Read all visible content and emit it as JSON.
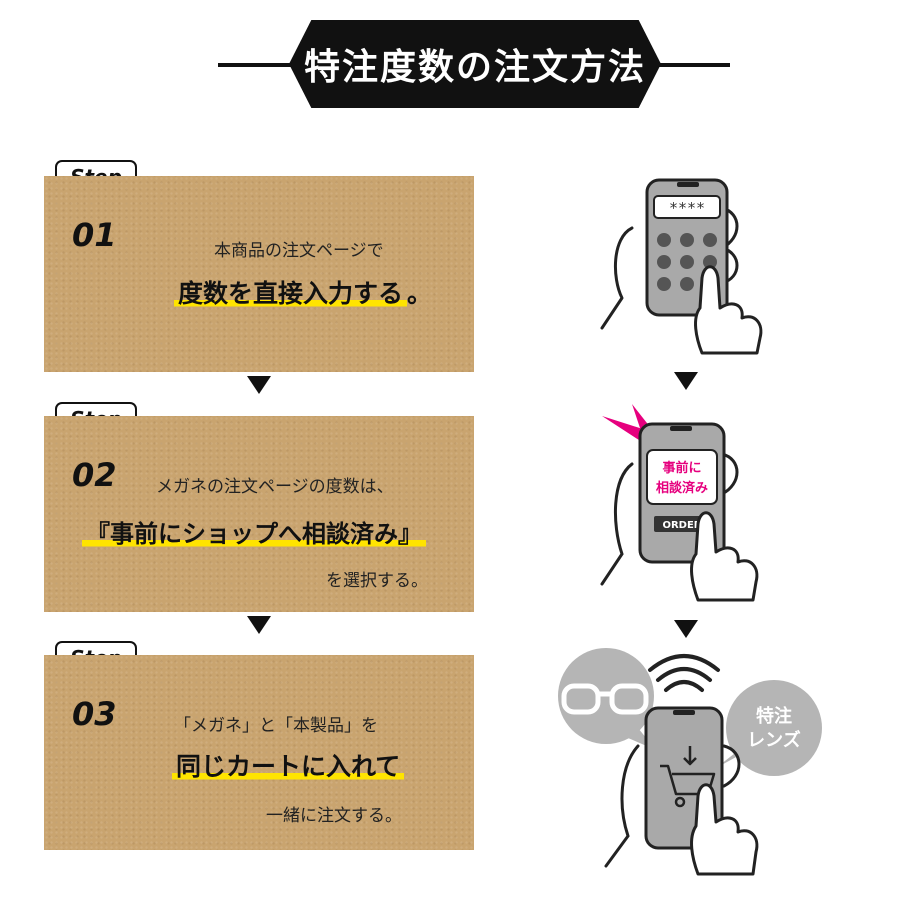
{
  "title": "特注度数の注文方法",
  "steps": [
    {
      "tab": "Step",
      "num": "01",
      "line1": "本商品の注文ページで",
      "highlight": "度数を直接入力する",
      "highlight_suffix": "。"
    },
    {
      "tab": "Step",
      "num": "02",
      "line1": "メガネの注文ページの度数は、",
      "highlight": "『事前にショップへ相談済み』",
      "line3": "を選択する。"
    },
    {
      "tab": "Step",
      "num": "03",
      "line1": "「メガネ」と「本製品」を",
      "highlight": "同じカートに入れて",
      "line3": "一緒に注文する。"
    }
  ],
  "illustrations": {
    "step1": {
      "pin": "****"
    },
    "step2": {
      "screen_line1": "事前に",
      "screen_line2": "相談済み",
      "order_button": "ORDER"
    },
    "step3": {
      "bubble_line1": "特注",
      "bubble_line2": "レンズ"
    }
  },
  "colors": {
    "step_box": "#c9a46f",
    "highlight": "#ffe400",
    "accent_magenta": "#e6007e",
    "phone_gray": "#a9a9a9"
  },
  "icons": [
    "triangle-down-icon",
    "glasses-icon",
    "wifi-icon",
    "cart-icon",
    "hand-icon"
  ]
}
